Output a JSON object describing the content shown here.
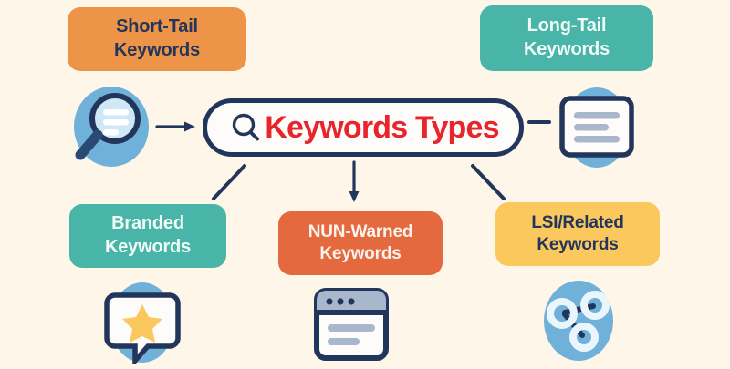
{
  "infographic": {
    "background_color": "#FDF6E9",
    "center": {
      "name": "search-pill",
      "title": "Keywords Types",
      "title_color": "#E8252B",
      "border_color": "#22365B",
      "fill_color": "#FEFCFA",
      "icon": "magnifier-icon"
    },
    "boxes": [
      {
        "id": "short-tail",
        "line1": "Short-Tail",
        "line2": "Keywords",
        "fill": "#EE9448",
        "text_color": "#22365B",
        "position": "top-left"
      },
      {
        "id": "long-tail",
        "line1": "Long-Tail",
        "line2": "Keywords",
        "fill": "#49B5A8",
        "text_color": "#F2FBF8",
        "position": "top-right"
      },
      {
        "id": "branded",
        "line1": "Branded",
        "line2": "Keywords",
        "fill": "#49B5A8",
        "text_color": "#F2FBF8",
        "position": "bottom-left"
      },
      {
        "id": "nun-warned",
        "line1": "NUN-Warned",
        "line2": "Keywords",
        "fill": "#E4693F",
        "text_color": "#FBF4EC",
        "position": "bottom-center"
      },
      {
        "id": "lsi-related",
        "line1": "LSI/Related",
        "line2": "Keywords",
        "fill": "#FBC85E",
        "text_color": "#22365B",
        "position": "bottom-right"
      }
    ],
    "icons": [
      {
        "id": "magnifier-circle",
        "name": "magnifier-search-icon",
        "circle_fill": "#6FB1D8"
      },
      {
        "id": "document-card",
        "name": "document-lines-icon",
        "circle_fill": "#6FB1D8"
      },
      {
        "id": "review-bubble",
        "name": "star-speech-bubble-icon",
        "circle_fill": "#6FB1D8"
      },
      {
        "id": "browser-window",
        "name": "browser-window-icon",
        "circle_fill": "none"
      },
      {
        "id": "share-network",
        "name": "share-network-icon",
        "circle_fill": "#6FB1D8"
      }
    ],
    "connectors": [
      {
        "id": "arrow-left",
        "name": "arrow-right-icon",
        "style": "arrow"
      },
      {
        "id": "dash-right",
        "name": "dash-connector",
        "style": "dash"
      },
      {
        "id": "arrow-down",
        "name": "arrow-down-icon",
        "style": "arrow"
      },
      {
        "id": "line-branded",
        "name": "diagonal-connector-left",
        "style": "line"
      },
      {
        "id": "line-lsi",
        "name": "diagonal-connector-right",
        "style": "line"
      }
    ],
    "line_color": "#22365B"
  }
}
